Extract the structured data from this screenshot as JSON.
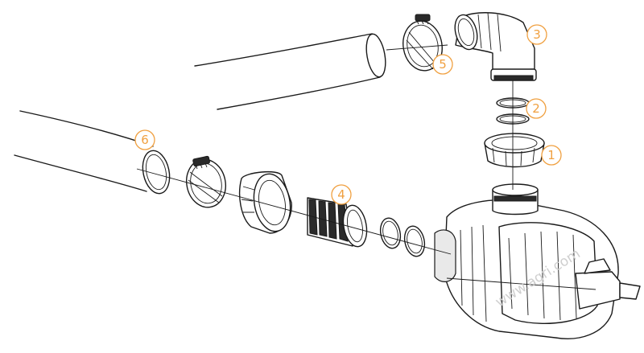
{
  "callouts": [
    {
      "id": "1",
      "label": "1"
    },
    {
      "id": "2",
      "label": "2"
    },
    {
      "id": "3",
      "label": "3"
    },
    {
      "id": "4",
      "label": "4"
    },
    {
      "id": "5",
      "label": "5"
    },
    {
      "id": "6",
      "label": "6"
    }
  ],
  "watermark": "www.agri.com",
  "colors": {
    "callout": "#f0a040",
    "line": "#1a1a1a",
    "watermark": "#cfcfcf"
  }
}
